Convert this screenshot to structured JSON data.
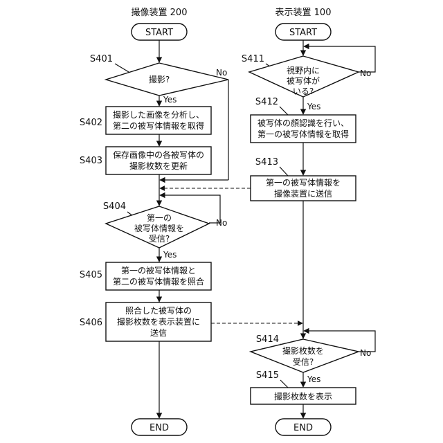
{
  "headers": {
    "left": "撮像装置 200",
    "right": "表示装置 100"
  },
  "terminals": {
    "start": "START",
    "end": "END"
  },
  "labels": {
    "yes": "Yes",
    "no": "No"
  },
  "steps": {
    "S401": {
      "id": "S401",
      "lines": [
        "撮影?"
      ]
    },
    "S402": {
      "id": "S402",
      "lines": [
        "撮影した画像を分析し、",
        "第二の被写体情報を取得"
      ]
    },
    "S403": {
      "id": "S403",
      "lines": [
        "保存画像中の各被写体の",
        "撮影枚数を更新"
      ]
    },
    "S404": {
      "id": "S404",
      "lines": [
        "第一の",
        "被写体情報を",
        "受信?"
      ]
    },
    "S405": {
      "id": "S405",
      "lines": [
        "第一の被写体情報と",
        "第二の被写体情報を照合"
      ]
    },
    "S406": {
      "id": "S406",
      "lines": [
        "照合した被写体の",
        "撮影枚数を表示装置に",
        "送信"
      ]
    },
    "S411": {
      "id": "S411",
      "lines": [
        "視野内に",
        "被写体が",
        "いる?"
      ]
    },
    "S412": {
      "id": "S412",
      "lines": [
        "被写体の顔認識を行い、",
        "第一の被写体情報を取得"
      ]
    },
    "S413": {
      "id": "S413",
      "lines": [
        "第一の被写体情報を",
        "撮像装置に送信"
      ]
    },
    "S414": {
      "id": "S414",
      "lines": [
        "撮影枚数を",
        "受信?"
      ]
    },
    "S415": {
      "id": "S415",
      "lines": [
        "撮影枚数を表示"
      ]
    }
  }
}
